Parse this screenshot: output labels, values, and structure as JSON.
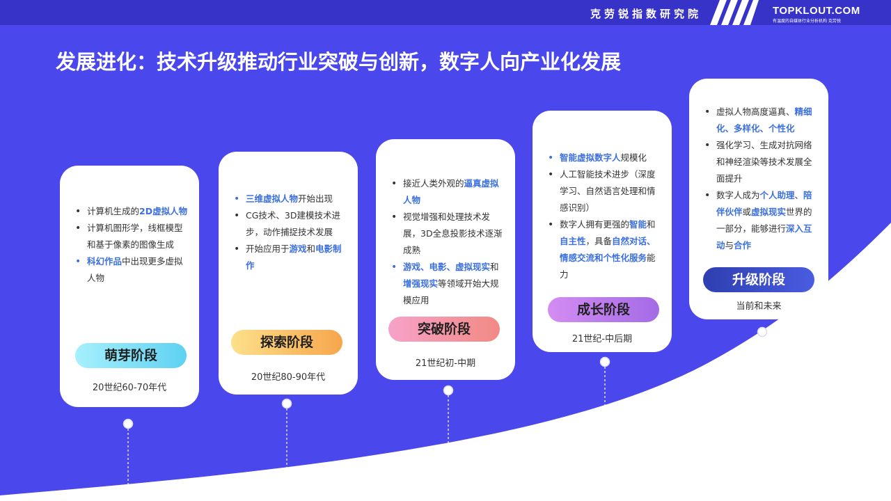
{
  "header": {
    "institute": "克劳锐指数研究院",
    "brand": "TOPKLOUT.COM",
    "brand_sub": "有温度的自媒体行业分析机构 克劳锐"
  },
  "title": "发展进化：技术升级推动行业突破与创新，数字人向产业化发展",
  "stages": [
    {
      "name": "萌芽阶段",
      "period": "20世纪60-70年代"
    },
    {
      "name": "探索阶段",
      "period": "20世纪80-90年代"
    },
    {
      "name": "突破阶段",
      "period": "21世纪初-中期"
    },
    {
      "name": "成长阶段",
      "period": "21世纪-中后期"
    },
    {
      "name": "升级阶段",
      "period": "当前和未来"
    }
  ]
}
